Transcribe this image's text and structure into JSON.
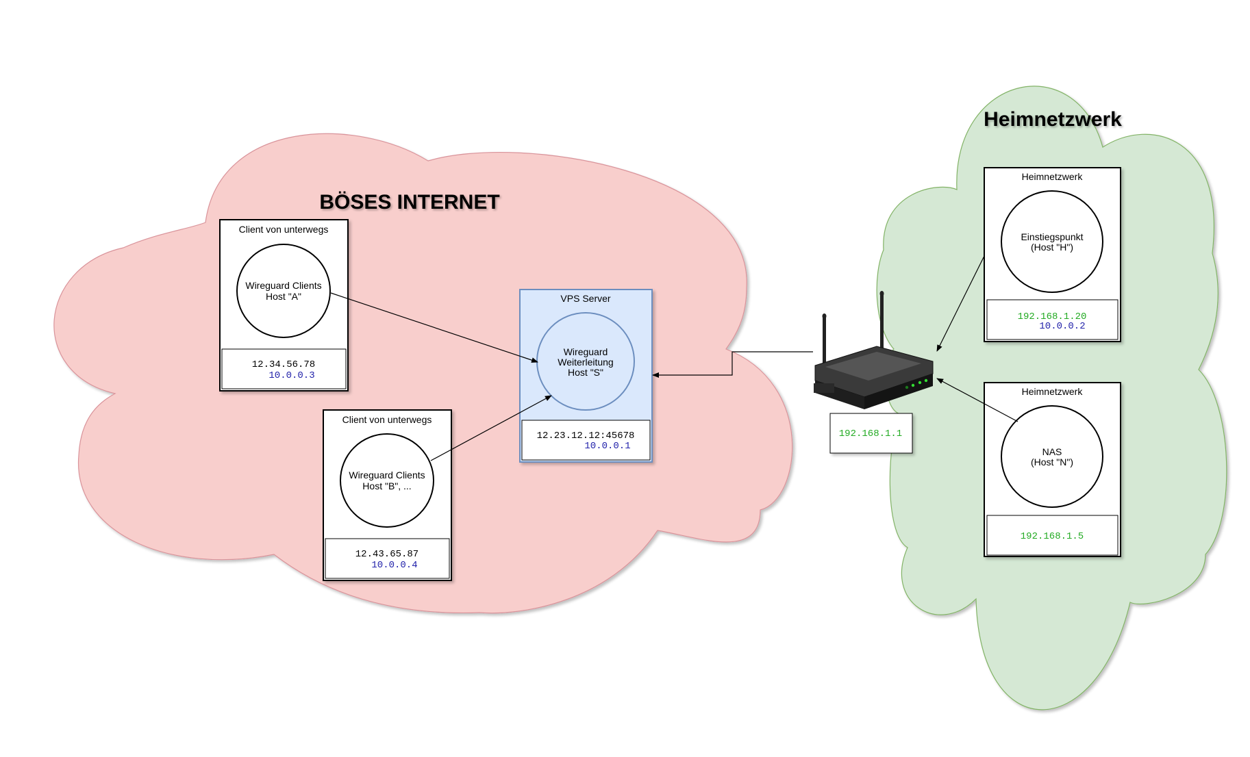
{
  "colors": {
    "internet_cloud_fill": "#f8cecc",
    "internet_cloud_stroke": "#d9939a",
    "home_cloud_fill": "#d5e8d4",
    "home_cloud_stroke": "#82b366",
    "vps_fill": "#dae8fc",
    "vps_stroke": "#6c8ebf",
    "public_ip": "#000000",
    "tunnel_ip": "#2222aa",
    "lan_ip": "#22aa22"
  },
  "internet": {
    "title": "BÖSES INTERNET",
    "client_a": {
      "title": "Client von unterwegs",
      "circle_line1": "Wireguard Clients",
      "circle_line2": "Host \"A\"",
      "public_ip": "12.34.56.78",
      "tunnel_ip": "10.0.0.3"
    },
    "client_b": {
      "title": "Client von unterwegs",
      "circle_line1": "Wireguard Clients",
      "circle_line2": "Host \"B\", ...",
      "public_ip": "12.43.65.87",
      "tunnel_ip": "10.0.0.4"
    },
    "vps": {
      "title": "VPS Server",
      "circle_line1": "Wireguard",
      "circle_line2": "Weiterleitung",
      "circle_line3": "Host \"S\"",
      "public_ip": "12.23.12.12:45678",
      "tunnel_ip": "10.0.0.1"
    }
  },
  "router": {
    "icon": "router-icon",
    "lan_ip": "192.168.1.1"
  },
  "home": {
    "title": "Heimnetzwerk",
    "entry_host": {
      "title": "Heimnetzwerk",
      "circle_line1": "Einstiegspunkt",
      "circle_line2": "(Host \"H\")",
      "lan_ip": "192.168.1.20",
      "tunnel_ip": "10.0.0.2"
    },
    "nas_host": {
      "title": "Heimnetzwerk",
      "circle_line1": "NAS",
      "circle_line2": "(Host \"N\")",
      "lan_ip": "192.168.1.5"
    }
  }
}
